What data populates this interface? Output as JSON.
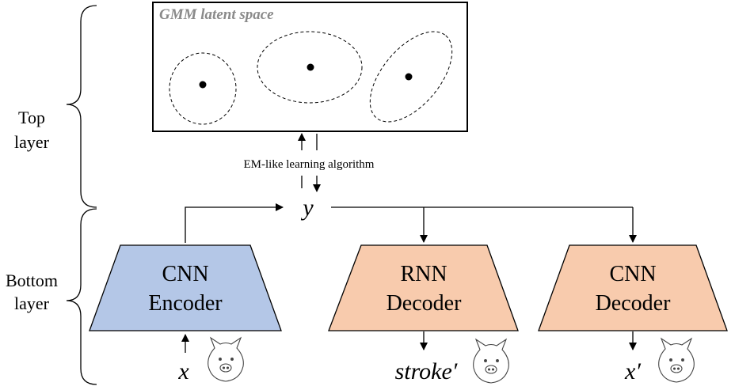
{
  "labels": {
    "top_layer_line1": "Top",
    "top_layer_line2": "layer",
    "bottom_layer_line1": "Bottom",
    "bottom_layer_line2": "layer",
    "gmm_title": "GMM latent space",
    "em_label": "EM-like learning algorithm",
    "latent_var": "y",
    "input_var": "x",
    "stroke_output": "stroke′",
    "image_output": "x′"
  },
  "blocks": {
    "encoder": {
      "line1": "CNN",
      "line2": "Encoder"
    },
    "rnn_decoder": {
      "line1": "RNN",
      "line2": "Decoder"
    },
    "cnn_decoder": {
      "line1": "CNN",
      "line2": "Decoder"
    }
  },
  "colors": {
    "encoder_fill": "#b4c7e7",
    "decoder_fill": "#f8cbad",
    "outline": "#000000",
    "gmm_title": "#8a8a8a"
  }
}
